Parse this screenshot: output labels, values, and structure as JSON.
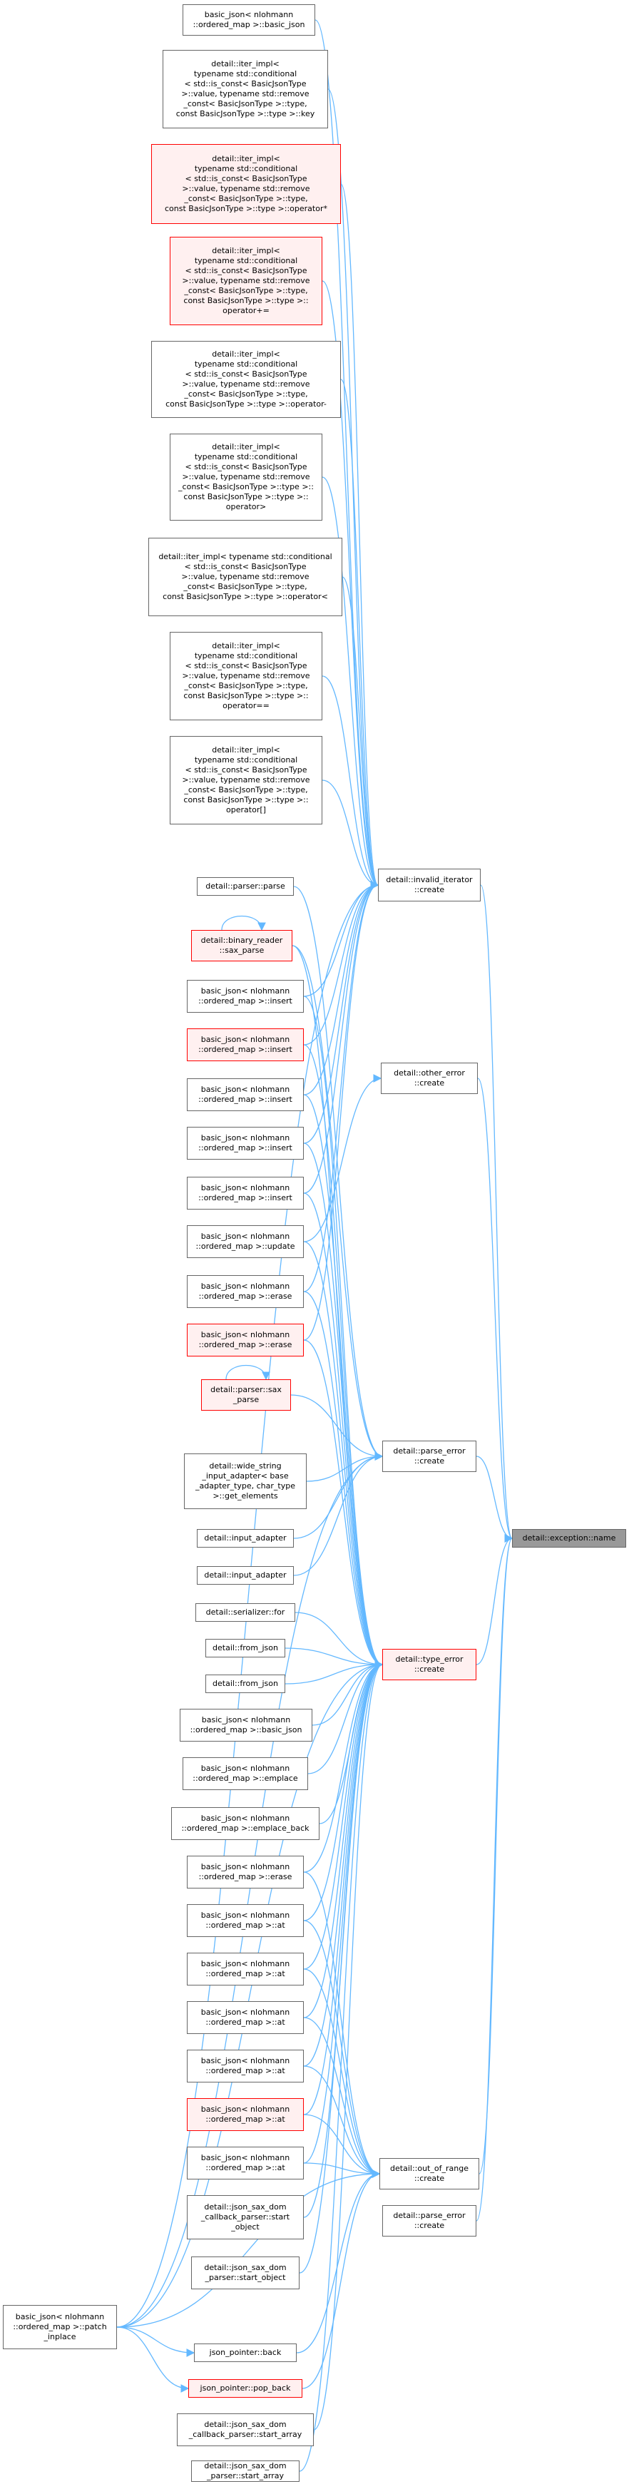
{
  "colors": {
    "edge": "#63b8ff",
    "node_border": "#666666",
    "highlight_border": "#ff0000",
    "highlight_fill": "#fff0f0",
    "current_fill": "#999999"
  },
  "nodes": {
    "n_bj_basic_json_top": [
      "basic_json< nlohmann",
      "::ordered_map >::basic_json"
    ],
    "n_iter_key": [
      "detail::iter_impl<",
      "typename std::conditional",
      "< std::is_const< BasicJsonType",
      ">::value, typename std::remove",
      "_const< BasicJsonType >::type,",
      "const BasicJsonType >::type >::key"
    ],
    "n_iter_op_star": [
      "detail::iter_impl<",
      "typename std::conditional",
      "< std::is_const< BasicJsonType",
      ">::value, typename std::remove",
      "_const< BasicJsonType >::type,",
      "const BasicJsonType >::type >::operator*"
    ],
    "n_iter_op_pluseq": [
      "detail::iter_impl<",
      "typename std::conditional",
      "< std::is_const< BasicJsonType",
      ">::value, typename std::remove",
      "_const< BasicJsonType >::type,",
      "const BasicJsonType >::type >::",
      "operator+="
    ],
    "n_iter_op_minus": [
      "detail::iter_impl<",
      "typename std::conditional",
      "< std::is_const< BasicJsonType",
      ">::value, typename std::remove",
      "_const< BasicJsonType >::type,",
      "const BasicJsonType >::type >::operator-"
    ],
    "n_iter_op_gt": [
      "detail::iter_impl<",
      "typename std::conditional",
      "< std::is_const< BasicJsonType",
      ">::value, typename std::remove",
      "_const< BasicJsonType >::type >::",
      "const BasicJsonType >::type >::",
      "operator>"
    ],
    "n_iter_op_lt": [
      "detail::iter_impl< typename std::conditional",
      "< std::is_const< BasicJsonType",
      ">::value, typename std::remove",
      "_const< BasicJsonType >::type,",
      "const BasicJsonType >::type >::operator<"
    ],
    "n_iter_op_eqeq": [
      "detail::iter_impl<",
      "typename std::conditional",
      "< std::is_const< BasicJsonType",
      ">::value, typename std::remove",
      "_const< BasicJsonType >::type,",
      "const BasicJsonType >::type >::",
      "operator=="
    ],
    "n_iter_op_index": [
      "detail::iter_impl<",
      "typename std::conditional",
      "< std::is_const< BasicJsonType",
      ">::value, typename std::remove",
      "_const< BasicJsonType >::type,",
      "const BasicJsonType >::type >::",
      "operator[]"
    ],
    "n_parser_parse": [
      "detail::parser::parse"
    ],
    "n_binary_reader_sax_parse": [
      "detail::binary_reader",
      "::sax_parse"
    ],
    "n_insert_1": [
      "basic_json< nlohmann",
      "::ordered_map >::insert"
    ],
    "n_insert_2": [
      "basic_json< nlohmann",
      "::ordered_map >::insert"
    ],
    "n_insert_3": [
      "basic_json< nlohmann",
      "::ordered_map >::insert"
    ],
    "n_insert_4": [
      "basic_json< nlohmann",
      "::ordered_map >::insert"
    ],
    "n_insert_5": [
      "basic_json< nlohmann",
      "::ordered_map >::insert"
    ],
    "n_update": [
      "basic_json< nlohmann",
      "::ordered_map >::update"
    ],
    "n_erase_1": [
      "basic_json< nlohmann",
      "::ordered_map >::erase"
    ],
    "n_erase_2": [
      "basic_json< nlohmann",
      "::ordered_map >::erase"
    ],
    "n_parser_sax_parse": [
      "detail::parser::sax",
      "_parse"
    ],
    "n_wide_string_input_adapter": [
      "detail::wide_string",
      "_input_adapter< base",
      "_adapter_type, char_type",
      ">::get_elements"
    ],
    "n_input_adapter_1": [
      "detail::input_adapter"
    ],
    "n_input_adapter_2": [
      "detail::input_adapter"
    ],
    "n_serializer_for": [
      "detail::serializer::for"
    ],
    "n_from_json_1": [
      "detail::from_json"
    ],
    "n_from_json_2": [
      "detail::from_json"
    ],
    "n_bj_basic_json_mid": [
      "basic_json< nlohmann",
      "::ordered_map >::basic_json"
    ],
    "n_emplace": [
      "basic_json< nlohmann",
      "::ordered_map >::emplace"
    ],
    "n_emplace_back": [
      "basic_json< nlohmann",
      "::ordered_map >::emplace_back"
    ],
    "n_erase_3": [
      "basic_json< nlohmann",
      "::ordered_map >::erase"
    ],
    "n_at_1": [
      "basic_json< nlohmann",
      "::ordered_map >::at"
    ],
    "n_at_2": [
      "basic_json< nlohmann",
      "::ordered_map >::at"
    ],
    "n_at_3": [
      "basic_json< nlohmann",
      "::ordered_map >::at"
    ],
    "n_at_4": [
      "basic_json< nlohmann",
      "::ordered_map >::at"
    ],
    "n_at_5": [
      "basic_json< nlohmann",
      "::ordered_map >::at"
    ],
    "n_at_6": [
      "basic_json< nlohmann",
      "::ordered_map >::at"
    ],
    "n_sax_dom_cb_start_object": [
      "detail::json_sax_dom",
      "_callback_parser::start",
      "_object"
    ],
    "n_sax_dom_start_object": [
      "detail::json_sax_dom",
      "_parser::start_object"
    ],
    "n_patch_inplace": [
      "basic_json< nlohmann",
      "::ordered_map >::patch",
      "_inplace"
    ],
    "n_json_pointer_back": [
      "json_pointer::back"
    ],
    "n_json_pointer_pop_back": [
      "json_pointer::pop_back"
    ],
    "n_sax_dom_cb_start_array": [
      "detail::json_sax_dom",
      "_callback_parser::start_array"
    ],
    "n_sax_dom_start_array": [
      "detail::json_sax_dom",
      "_parser::start_array"
    ],
    "n_invalid_iterator_create": [
      "detail::invalid_iterator",
      "::create"
    ],
    "n_other_error_create": [
      "detail::other_error",
      "::create"
    ],
    "n_parse_error_create_1": [
      "detail::parse_error",
      "::create"
    ],
    "n_type_error_create": [
      "detail::type_error",
      "::create"
    ],
    "n_out_of_range_create": [
      "detail::out_of_range",
      "::create"
    ],
    "n_parse_error_create_2": [
      "detail::parse_error",
      "::create"
    ],
    "n_exception_name": [
      "detail::exception::name"
    ]
  }
}
